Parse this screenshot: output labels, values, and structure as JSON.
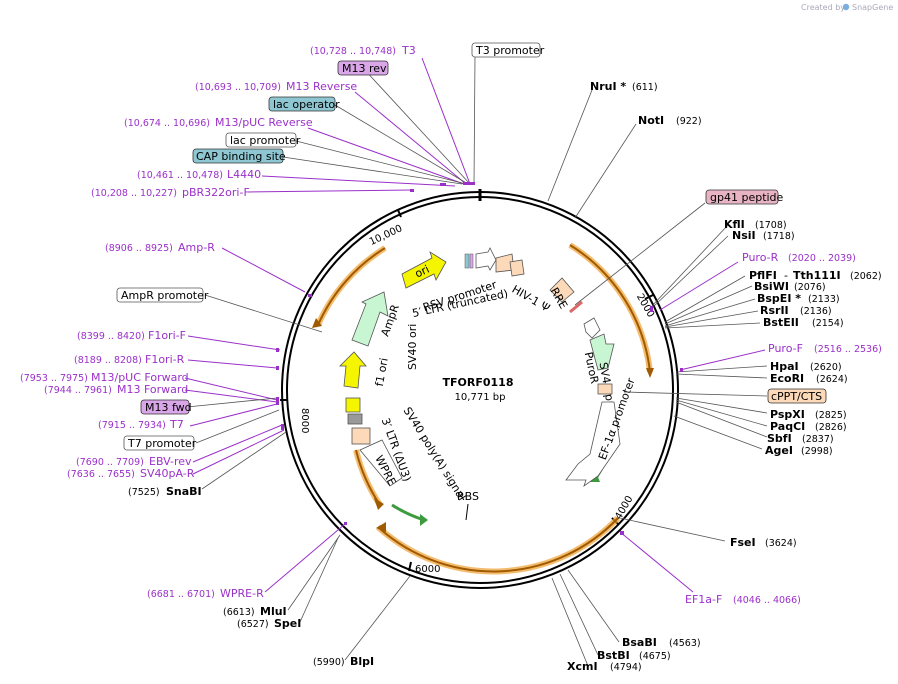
{
  "credit": {
    "created_by": "Created by",
    "brand": "SnapGene"
  },
  "plasmid": {
    "name": "TFORF0118",
    "length": "10,771 bp"
  },
  "ticks": [
    "2000",
    "4000",
    "6000",
    "8000",
    "10,000"
  ],
  "enzymes": [
    {
      "name": "NruI *",
      "pos": "(611)"
    },
    {
      "name": "NotI",
      "pos": "(922)"
    },
    {
      "name": "KflI",
      "pos": "(1708)"
    },
    {
      "name": "NsiI",
      "pos": "(1718)"
    },
    {
      "name": "PflFI",
      "name2": "Tth111I",
      "pos": "(2062)"
    },
    {
      "name": "BsiWI",
      "pos": "(2076)"
    },
    {
      "name": "BspEI *",
      "pos": "(2133)"
    },
    {
      "name": "RsrII",
      "pos": "(2136)"
    },
    {
      "name": "BstEII",
      "pos": "(2154)"
    },
    {
      "name": "HpaI",
      "pos": "(2620)"
    },
    {
      "name": "EcoRI",
      "pos": "(2624)"
    },
    {
      "name": "PspXI",
      "pos": "(2825)"
    },
    {
      "name": "PaqCI",
      "pos": "(2826)"
    },
    {
      "name": "SbfI",
      "pos": "(2837)"
    },
    {
      "name": "AgeI",
      "pos": "(2998)"
    },
    {
      "name": "FseI",
      "pos": "(3624)"
    },
    {
      "name": "BsaBI",
      "pos": "(4563)"
    },
    {
      "name": "BstBI",
      "pos": "(4675)"
    },
    {
      "name": "XcmI",
      "pos": "(4794)"
    },
    {
      "name": "BlpI",
      "pos": "(5990)"
    },
    {
      "name": "MluI",
      "pos": "(6613)"
    },
    {
      "name": "SpeI",
      "pos": "(6527)"
    },
    {
      "name": "SnaBI",
      "pos": "(7525)"
    }
  ],
  "primers": [
    {
      "name": "T3",
      "pos": "(10,728 .. 10,748)"
    },
    {
      "name": "M13 Reverse",
      "pos": "(10,693 .. 10,709)"
    },
    {
      "name": "M13/pUC Reverse",
      "pos": "(10,674 .. 10,696)"
    },
    {
      "name": "L4440",
      "pos": "(10,461 .. 10,478)"
    },
    {
      "name": "pBR322ori-F",
      "pos": "(10,208 .. 10,227)"
    },
    {
      "name": "Amp-R",
      "pos": "(8906 .. 8925)"
    },
    {
      "name": "F1ori-F",
      "pos": "(8399 .. 8420)"
    },
    {
      "name": "F1ori-R",
      "pos": "(8189 .. 8208)"
    },
    {
      "name": "M13/pUC Forward",
      "pos": "(7953 .. 7975)"
    },
    {
      "name": "M13 Forward",
      "pos": "(7944 .. 7961)"
    },
    {
      "name": "T7",
      "pos": "(7915 .. 7934)"
    },
    {
      "name": "EBV-rev",
      "pos": "(7690 .. 7709)"
    },
    {
      "name": "SV40pA-R",
      "pos": "(7636 .. 7655)"
    },
    {
      "name": "WPRE-R",
      "pos": "(6681 .. 6701)"
    },
    {
      "name": "Puro-R",
      "pos": "(2020 .. 2039)"
    },
    {
      "name": "Puro-F",
      "pos": "(2516 .. 2536)"
    },
    {
      "name": "EF1a-F",
      "pos": "(4046 .. 4066)"
    }
  ],
  "boxes": {
    "m13rev": "M13 rev",
    "lac_operator": "lac operator",
    "lac_promoter": "lac promoter",
    "cap_site": "CAP binding site",
    "ampr_promoter": "AmpR promoter",
    "m13fwd": "M13 fwd",
    "t7_promoter": "T7 promoter",
    "t3_promoter": "T3 promoter",
    "gp41": "gp41 peptide",
    "cppt": "cPPT/CTS"
  },
  "features": {
    "rsv": "RSV promoter",
    "ltr5": "5′ LTR (truncated)",
    "hiv": "HIV-1 Ψ",
    "rre": "RRE",
    "puror": "PuroR",
    "sv40p": "SV40 promoter",
    "ef1a": "EF-1α promoter",
    "rbs": "RBS",
    "sv40pa": "SV40 poly(A) signal",
    "ltr3": "3′ LTR (ΔU3)",
    "wpre": "WPRE",
    "sv40ori": "SV40 ori",
    "f1ori": "f1 ori",
    "ampr": "AmpR",
    "ori": "ori"
  },
  "colors": {
    "primer": "#9b30c9",
    "orf": "#f0a030",
    "lac": "#8ec7d2",
    "m13": "#d9a6e8",
    "ampr": "#c8f5d2",
    "ori": "#f5f500",
    "ltr": "#fcd9b8",
    "gp41": "#e8b4c4"
  }
}
